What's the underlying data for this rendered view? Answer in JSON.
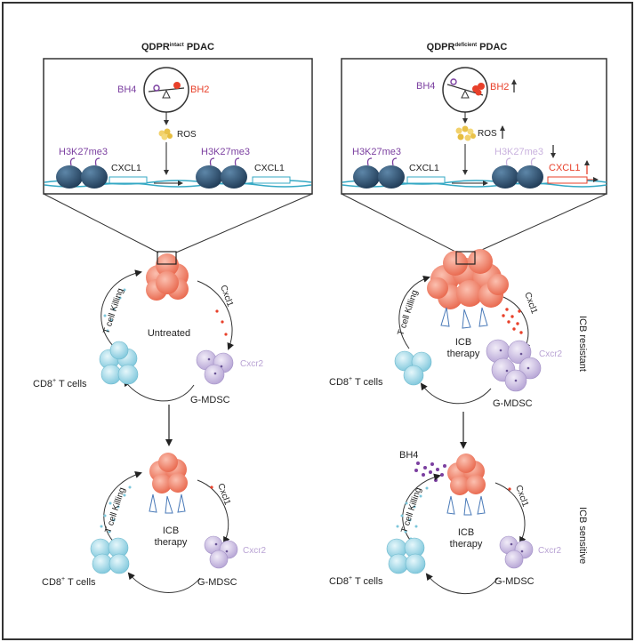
{
  "colors": {
    "purple": "#7b3fa0",
    "red": "#e8402a",
    "light_purple": "#b9a3d4",
    "light_red": "#f08a7a",
    "tumor": "#f0826a",
    "tcell": "#a9dbe8",
    "mdsc": "#cfc3e3",
    "dna": "#34a8c4",
    "nucleosome": "#2f4f6f",
    "frame": "#3a3a3a"
  },
  "left_panel": {
    "title_main": "QDPR",
    "title_sup": "intact",
    "title_tail": " PDAC",
    "bh4": "BH4",
    "bh2": "BH2",
    "ros": "ROS",
    "mark_1": "H3K27me3",
    "mark_2": "H3K27me3",
    "gene_1": "CXCL1",
    "gene_2": "CXCL1",
    "top_cycle": {
      "killing": "T cell Killing",
      "cxcl1": "Cxcl1",
      "center": "Untreated",
      "cd8": "CD8",
      "cd8_sup": "+",
      "cd8_tail": " T cells",
      "mdsc": "G-MDSC",
      "cxcr2": "Cxcr2"
    },
    "bottom_cycle": {
      "killing": "T cell Killing",
      "cxcl1": "Cxcl1",
      "icb_1": "ICB",
      "icb_2": "therapy",
      "cd8": "CD8",
      "cd8_sup": "+",
      "cd8_tail": " T cells",
      "mdsc": "G-MDSC",
      "cxcr2": "Cxcr2"
    }
  },
  "right_panel": {
    "title_main": "QDPR",
    "title_sup": "deficient",
    "title_tail": " PDAC",
    "bh4": "BH4",
    "bh2": "BH2",
    "ros": "ROS",
    "mark_1": "H3K27me3",
    "mark_2": "H3K27me3",
    "gene_1": "CXCL1",
    "gene_2": "CXCL1",
    "top_cycle": {
      "killing": "T cell Killing",
      "cxcl1": "Cxcl1",
      "icb_1": "ICB",
      "icb_2": "therapy",
      "cd8": "CD8",
      "cd8_sup": "+",
      "cd8_tail": " T cells",
      "mdsc": "G-MDSC",
      "cxcr2": "Cxcr2",
      "side_label": "ICB resistant"
    },
    "bottom_cycle": {
      "bh4": "BH4",
      "killing": "T cell Killing",
      "cxcl1": "Cxcl1",
      "icb_1": "ICB",
      "icb_2": "therapy",
      "cd8": "CD8",
      "cd8_sup": "+",
      "cd8_tail": " T cells",
      "mdsc": "G-MDSC",
      "cxcr2": "Cxcr2",
      "side_label": "ICB sensitive"
    }
  }
}
